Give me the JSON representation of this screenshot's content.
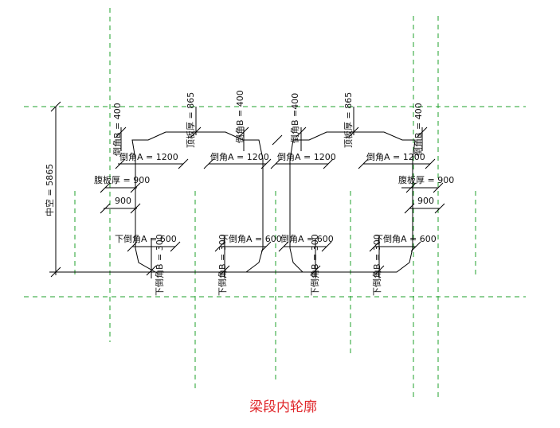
{
  "drawing": {
    "caption": "梁段内轮廓",
    "caption_color": "#e0262a",
    "line_color": "#000000",
    "grid_color": "#1fa12b",
    "grid_style": "dashed",
    "labels": {
      "hollow_height": "中空 = 5865",
      "chamfer_b_1": "倒角B = 400",
      "chamfer_b_2": "倒角B = 400",
      "chamfer_b_3": "倒角B =400",
      "chamfer_b_4": "倒角B = 400",
      "top_slab_1": "顶板厚 = 865",
      "top_slab_2": "顶板厚 = 865",
      "chamfer_a_1": "倒角A = 1200",
      "chamfer_a_2": "倒角A = 1200",
      "chamfer_a_3": "倒角A = 1200",
      "chamfer_a_4": "倒角A = 1200",
      "web_thick_1": "腹板厚 = 900",
      "web_thick_2": "腹板厚 = 900",
      "web_900_1": "900",
      "web_900_2": "900",
      "bottom_chamfer_a_1": "下倒角A = 600",
      "bottom_chamfer_a_2": "下倒角A = 600",
      "bottom_chamfer_a_3": "倒角A = 600",
      "bottom_chamfer_a_4": "下倒角A = 600",
      "bottom_chamfer_b_1": "下倒角B = 300",
      "bottom_chamfer_b_2": "下倒角B = 300",
      "bottom_chamfer_b_3": "下倒角B = 300",
      "bottom_chamfer_b_4": "下倒角B = 300"
    }
  }
}
